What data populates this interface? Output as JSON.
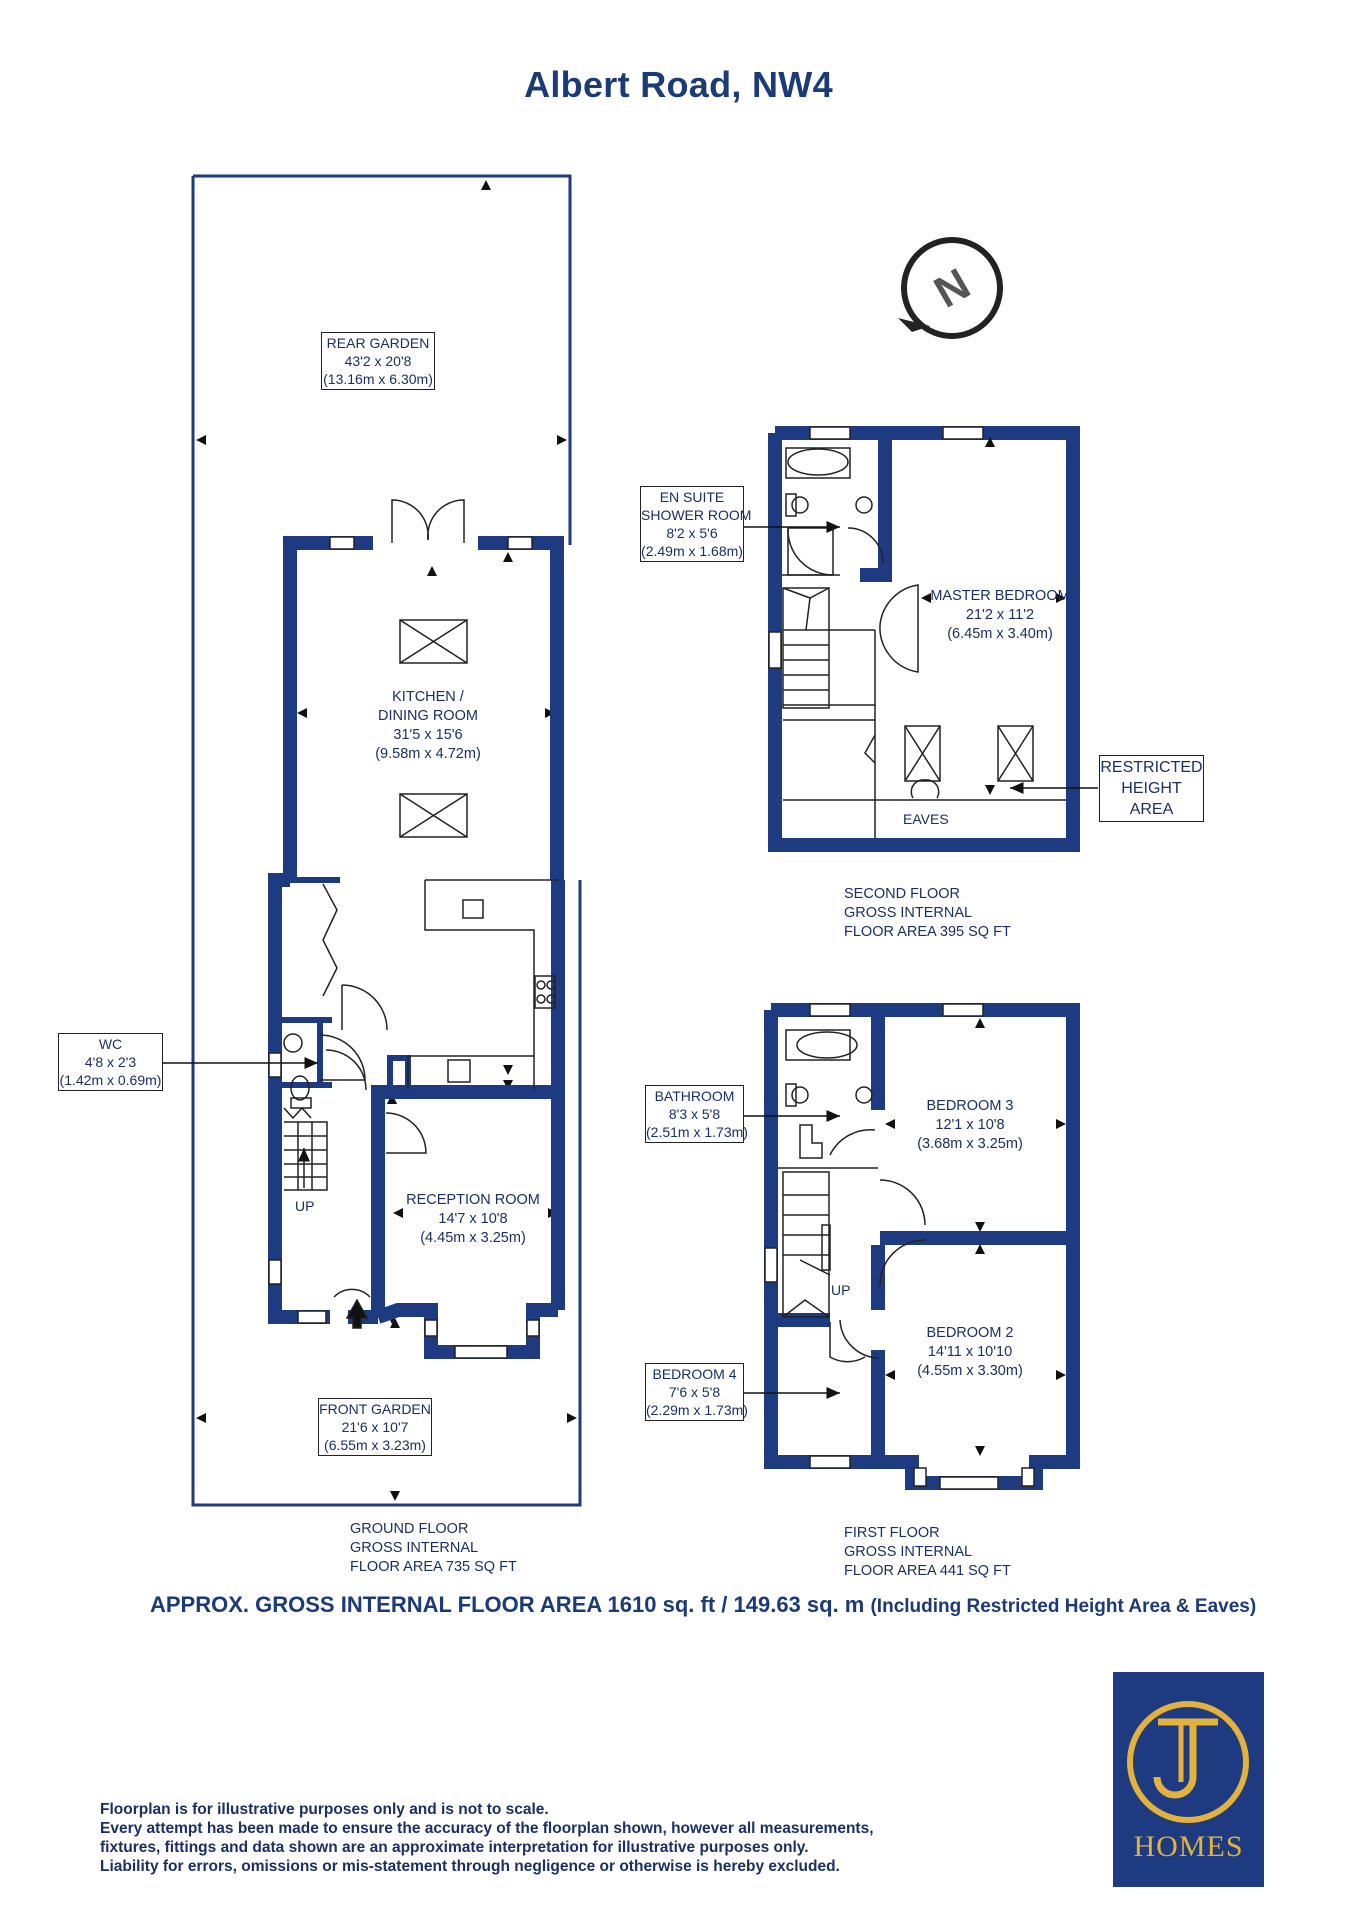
{
  "title": "Albert Road, NW4",
  "rooms": {
    "rear_garden": {
      "name": "REAR GARDEN",
      "dim_imperial": "43'2 x 20'8",
      "dim_metric": "(13.16m x 6.30m)"
    },
    "kitchen": {
      "name_line1": "KITCHEN /",
      "name_line2": "DINING ROOM",
      "dim_imperial": "31'5 x 15'6",
      "dim_metric": "(9.58m x 4.72m)"
    },
    "reception": {
      "name": "RECEPTION ROOM",
      "dim_imperial": "14'7 x 10'8",
      "dim_metric": "(4.45m x 3.25m)"
    },
    "front_garden": {
      "name": "FRONT GARDEN",
      "dim_imperial": "21'6 x 10'7",
      "dim_metric": "(6.55m x 3.23m)"
    },
    "wc": {
      "name": "WC",
      "dim_imperial": "4'8 x 2'3",
      "dim_metric": "(1.42m x 0.69m)"
    },
    "en_suite": {
      "name_line1": "EN SUITE",
      "name_line2": "SHOWER ROOM",
      "dim_imperial": "8'2 x 5'6",
      "dim_metric": "(2.49m x 1.68m)"
    },
    "master_bedroom": {
      "name": "MASTER BEDROOM",
      "dim_imperial": "21'2 x 11'2",
      "dim_metric": "(6.45m x 3.40m)"
    },
    "restricted": {
      "line1": "RESTRICTED",
      "line2": "HEIGHT",
      "line3": "AREA"
    },
    "bathroom": {
      "name": "BATHROOM",
      "dim_imperial": "8'3 x 5'8",
      "dim_metric": "(2.51m x 1.73m)"
    },
    "bedroom3": {
      "name": "BEDROOM 3",
      "dim_imperial": "12'1 x 10'8",
      "dim_metric": "(3.68m x 3.25m)"
    },
    "bedroom2": {
      "name": "BEDROOM 2",
      "dim_imperial": "14'11 x 10'10",
      "dim_metric": "(4.55m x 3.30m)"
    },
    "bedroom4": {
      "name": "BEDROOM 4",
      "dim_imperial": "7'6 x 5'8",
      "dim_metric": "(2.29m x 1.73m)"
    }
  },
  "labels": {
    "eaves": "EAVES",
    "up": "UP",
    "north": "N"
  },
  "floors": {
    "ground": {
      "line1": "GROUND FLOOR",
      "line2": "GROSS INTERNAL",
      "line3": "FLOOR AREA 735 SQ FT"
    },
    "first": {
      "line1": "FIRST FLOOR",
      "line2": "GROSS INTERNAL",
      "line3": "FLOOR AREA 441 SQ FT"
    },
    "second": {
      "line1": "SECOND FLOOR",
      "line2": "GROSS INTERNAL",
      "line3": "FLOOR AREA 395 SQ FT"
    }
  },
  "total_area": {
    "main": "APPROX. GROSS INTERNAL FLOOR AREA 1610 sq. ft / 149.63 sq. m",
    "note": "(Including Restricted Height Area & Eaves)"
  },
  "disclaimer": {
    "line1": "Floorplan is for illustrative purposes only and is not to scale.",
    "line2": "Every attempt has been made to ensure the accuracy of the floorplan shown, however all measurements,",
    "line3": "fixtures, fittings and data shown are an approximate interpretation for illustrative purposes only.",
    "line4": "Liability for errors, omissions or mis-statement through negligence or otherwise is hereby excluded."
  },
  "logo": {
    "monogram": "JT",
    "word": "HOMES"
  },
  "colors": {
    "wall": "#1e3a80",
    "text": "#1b2f63",
    "logo_bg": "#1e3a80",
    "logo_gold": "#e3b23c"
  }
}
